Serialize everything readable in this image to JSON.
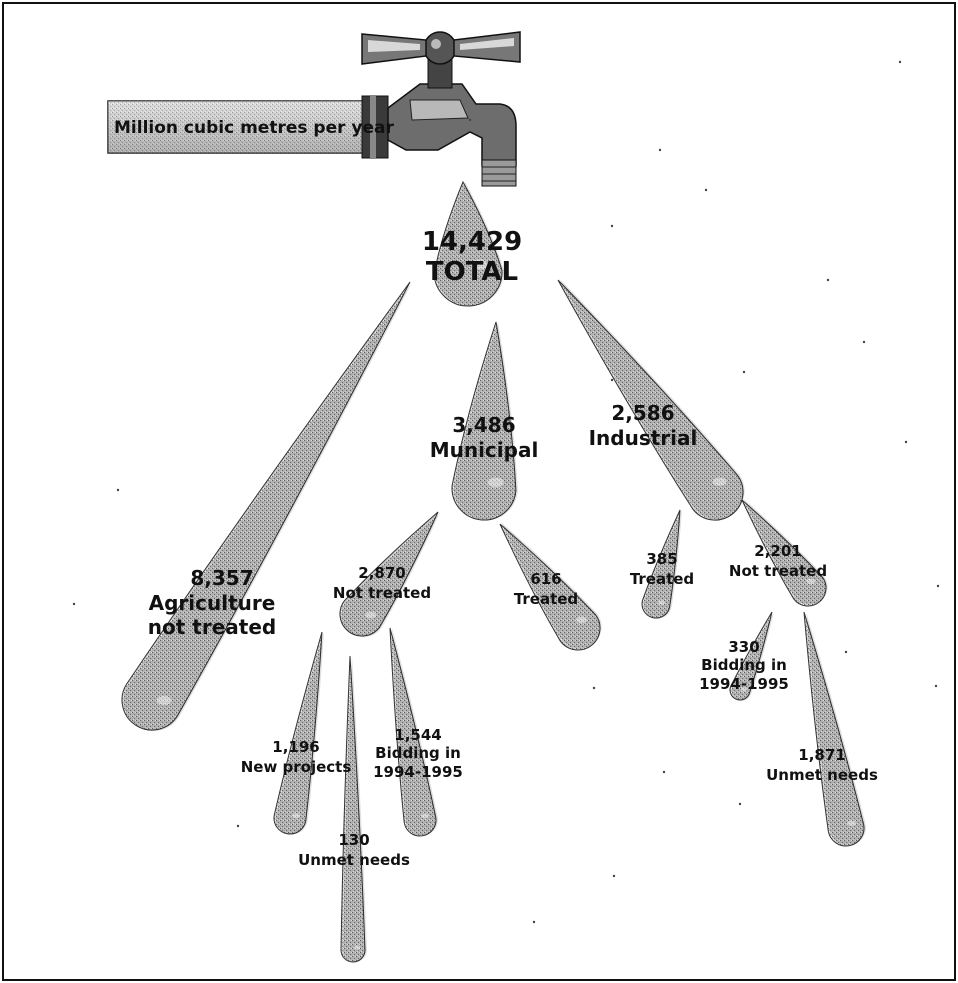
{
  "pipe": {
    "unit_label": "Million cubic metres per year"
  },
  "total": {
    "value": "14,429",
    "label": "TOTAL"
  },
  "municipal": {
    "value": "3,486",
    "label": "Municipal"
  },
  "industrial": {
    "value": "2,586",
    "label": "Industrial"
  },
  "agriculture": {
    "value": "8,357",
    "label_line1": "Agriculture",
    "label_line2": "not treated"
  },
  "municipal_not_treated": {
    "value": "2,870",
    "label": "Not treated"
  },
  "municipal_treated": {
    "value": "616",
    "label": "Treated"
  },
  "industrial_treated": {
    "value": "385",
    "label": "Treated"
  },
  "industrial_not_treated": {
    "value": "2,201",
    "label": "Not treated"
  },
  "new_projects": {
    "value": "1,196",
    "label": "New projects"
  },
  "municipal_unmet": {
    "value": "130",
    "label": "Unmet needs"
  },
  "municipal_bidding": {
    "value": "1,544",
    "label_line1": "Bidding in",
    "label_line2": "1994-1995"
  },
  "industrial_bidding": {
    "value": "330",
    "label_line1": "Bidding in",
    "label_line2": "1994-1995"
  },
  "industrial_unmet": {
    "value": "1,871",
    "label": "Unmet needs"
  }
}
